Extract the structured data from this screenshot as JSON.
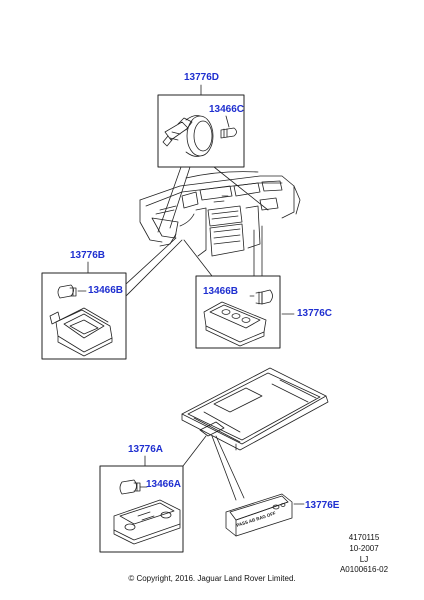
{
  "callouts": {
    "top_assembly": "13776D",
    "top_bulb": "13466C",
    "left_assembly": "13776B",
    "left_bulb": "13466B",
    "center_bulb": "13466B",
    "center_assembly": "13776C",
    "bottom_assembly": "13776A",
    "bottom_bulb": "13466A",
    "switch_panel": "13776E"
  },
  "meta": {
    "number": "4170115",
    "date": "10-2007",
    "code": "LJ",
    "ref": "A0100616-02"
  },
  "footer": "© Copyright, 2016. Jaguar Land Rover Limited.",
  "switch_legend": "PASS AB BAG OFF",
  "colors": {
    "callout": "#1f2fd0",
    "line": "#222222"
  }
}
